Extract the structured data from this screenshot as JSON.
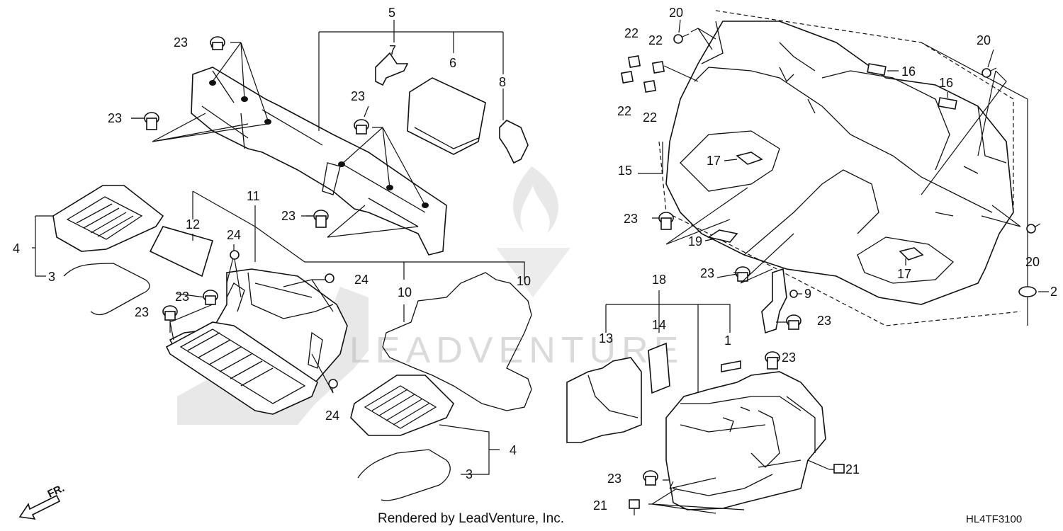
{
  "diagram": {
    "watermark": "LEADVENTURE",
    "credit": "Rendered by LeadVenture, Inc.",
    "diagram_code": "HL4TF3100",
    "front_indicator": "FR.",
    "callouts": [
      {
        "id": "c5",
        "text": "5"
      },
      {
        "id": "c6",
        "text": "6"
      },
      {
        "id": "c7",
        "text": "7"
      },
      {
        "id": "c8",
        "text": "8"
      },
      {
        "id": "c23a",
        "text": "23"
      },
      {
        "id": "c23b",
        "text": "23"
      },
      {
        "id": "c23c",
        "text": "23"
      },
      {
        "id": "c23d",
        "text": "23"
      },
      {
        "id": "c4a",
        "text": "4"
      },
      {
        "id": "c3a",
        "text": "3"
      },
      {
        "id": "c12",
        "text": "12"
      },
      {
        "id": "c11",
        "text": "11"
      },
      {
        "id": "c24a",
        "text": "24"
      },
      {
        "id": "c24b",
        "text": "24"
      },
      {
        "id": "c24c",
        "text": "24"
      },
      {
        "id": "c23e",
        "text": "23"
      },
      {
        "id": "c23f",
        "text": "23"
      },
      {
        "id": "c10a",
        "text": "10"
      },
      {
        "id": "c10b",
        "text": "10"
      },
      {
        "id": "c4b",
        "text": "4"
      },
      {
        "id": "c3b",
        "text": "3"
      },
      {
        "id": "c20a",
        "text": "20"
      },
      {
        "id": "c22a",
        "text": "22"
      },
      {
        "id": "c22b",
        "text": "22"
      },
      {
        "id": "c22c",
        "text": "22"
      },
      {
        "id": "c22d",
        "text": "22"
      },
      {
        "id": "c20b",
        "text": "20"
      },
      {
        "id": "c16a",
        "text": "16"
      },
      {
        "id": "c16b",
        "text": "16"
      },
      {
        "id": "c15",
        "text": "15"
      },
      {
        "id": "c17a",
        "text": "17"
      },
      {
        "id": "c17b",
        "text": "17"
      },
      {
        "id": "c23g",
        "text": "23"
      },
      {
        "id": "c19",
        "text": "19"
      },
      {
        "id": "c23h",
        "text": "23"
      },
      {
        "id": "c20c",
        "text": "20"
      },
      {
        "id": "c2",
        "text": "2"
      },
      {
        "id": "c18",
        "text": "18"
      },
      {
        "id": "c9",
        "text": "9"
      },
      {
        "id": "c23i",
        "text": "23"
      },
      {
        "id": "c13",
        "text": "13"
      },
      {
        "id": "c14",
        "text": "14"
      },
      {
        "id": "c1",
        "text": "1"
      },
      {
        "id": "c23j",
        "text": "23"
      },
      {
        "id": "c23k",
        "text": "23"
      },
      {
        "id": "c21a",
        "text": "21"
      },
      {
        "id": "c21b",
        "text": "21"
      }
    ]
  }
}
